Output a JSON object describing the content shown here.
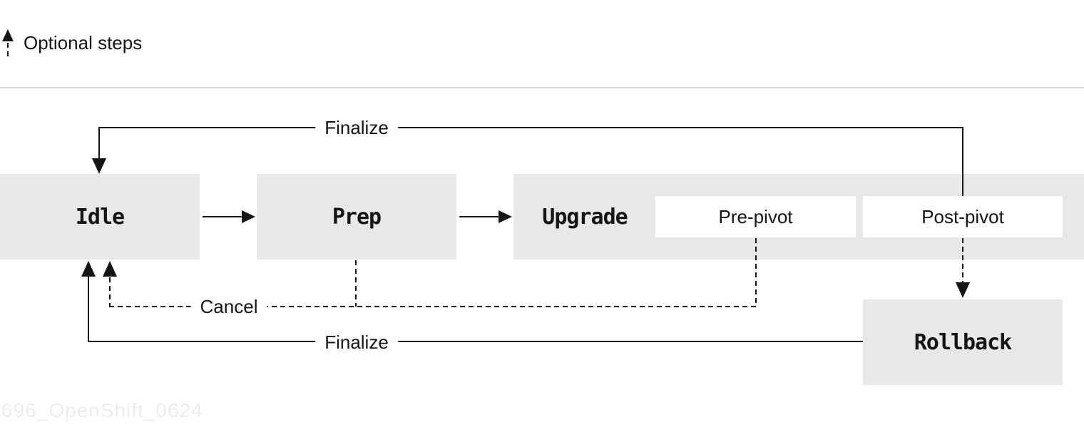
{
  "legend": {
    "optional_steps_label": "Optional steps"
  },
  "states": {
    "idle": {
      "label": "Idle"
    },
    "prep": {
      "label": "Prep"
    },
    "upgrade": {
      "label": "Upgrade"
    },
    "pre_pivot": {
      "label": "Pre-pivot"
    },
    "post_pivot": {
      "label": "Post-pivot"
    },
    "rollback": {
      "label": "Rollback"
    }
  },
  "transitions": {
    "finalize_top": {
      "label": "Finalize"
    },
    "cancel": {
      "label": "Cancel"
    },
    "finalize_bottom": {
      "label": "Finalize"
    }
  },
  "watermark": "696_OpenShift_0624",
  "colors": {
    "ink": "#151515",
    "box_gray": "#e8e8e8",
    "box_white": "#ffffff",
    "divider": "#d7d7d7",
    "watermark": "#ededed"
  }
}
